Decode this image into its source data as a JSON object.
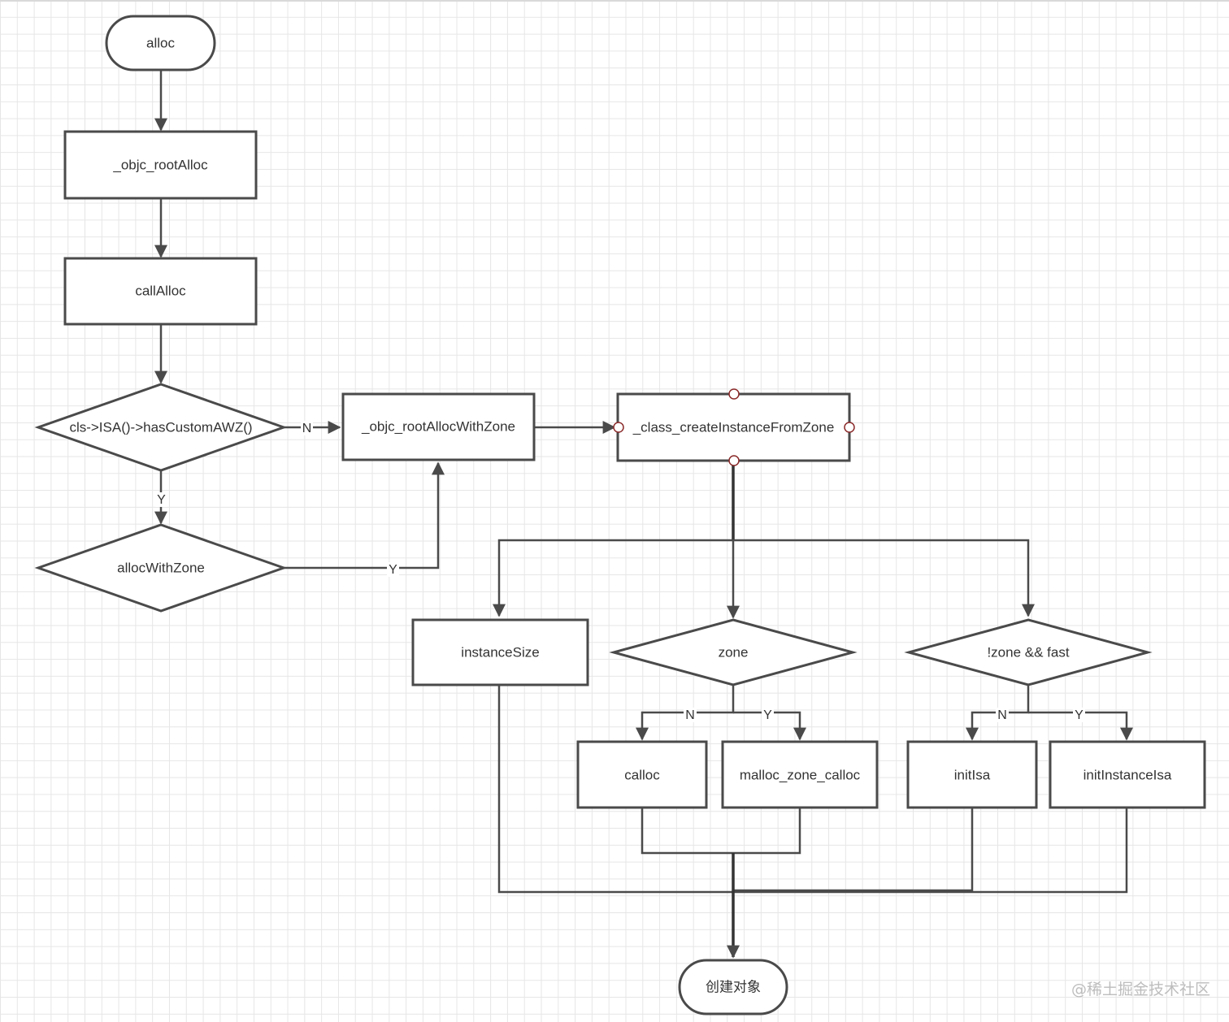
{
  "nodes": {
    "alloc": "alloc",
    "objc_rootAlloc": "_objc_rootAlloc",
    "callAlloc": "callAlloc",
    "hasCustomAWZ": "cls->ISA()->hasCustomAWZ()",
    "allocWithZone": "allocWithZone",
    "objc_rootAllocWithZone": "_objc_rootAllocWithZone",
    "class_createInstanceFromZone": "_class_createInstanceFromZone",
    "instanceSize": "instanceSize",
    "zone": "zone",
    "zone_fast": "!zone && fast",
    "calloc": "calloc",
    "malloc_zone_calloc": "malloc_zone_calloc",
    "initIsa": "initIsa",
    "initInstanceIsa": "initInstanceIsa",
    "create_object": "创建对象"
  },
  "edge_labels": {
    "awz_no": "N",
    "awz_yes": "Y",
    "allocwithzone_yes": "Y",
    "zone_no": "N",
    "zone_yes": "Y",
    "fast_no": "N",
    "fast_yes": "Y"
  },
  "watermark": "@稀土掘金技术社区",
  "colors": {
    "stroke": "#4a4a4a",
    "port": "#8b2a2a",
    "grid": "#e6e6e6"
  }
}
